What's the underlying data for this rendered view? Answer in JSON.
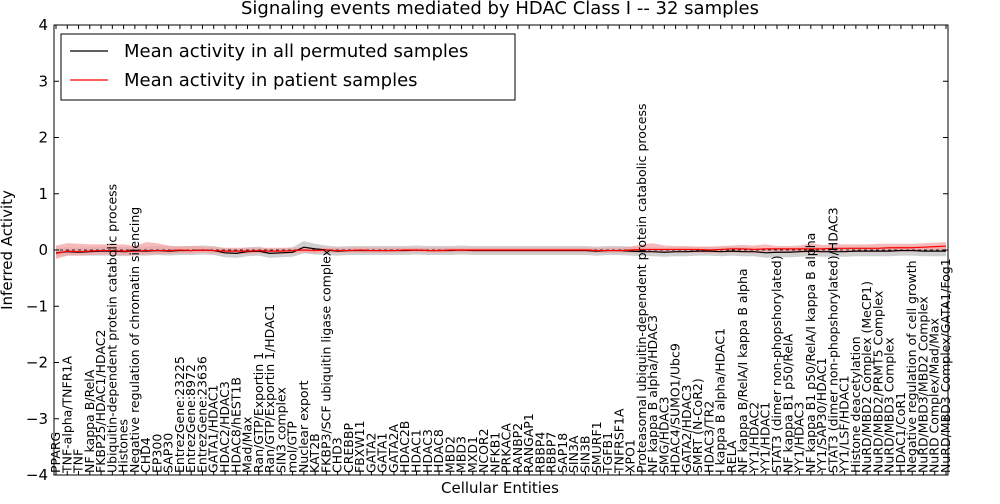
{
  "chart_data": {
    "type": "line",
    "title": "Signaling events mediated by HDAC Class I -- 32 samples",
    "xlabel": "Cellular Entities",
    "ylabel": "Inferred Activity",
    "ylim": [
      -4,
      4
    ],
    "yticks": [
      -4,
      -3,
      -2,
      -1,
      0,
      1,
      2,
      3,
      4
    ],
    "ytick_labels": [
      "−4",
      "−3",
      "−2",
      "−1",
      "0",
      "1",
      "2",
      "3",
      "4"
    ],
    "grid": false,
    "legend_position": "top-left",
    "categories": [
      "PPARG",
      "TNF-alpha/TNFR1A",
      "TNF",
      "NF kappa B/RelA",
      "FKBP25/HDAC1/HDAC2",
      "Ubiquitin-dependent protein catabolic process",
      "Histones",
      "Negative regulation of chromatin silencing",
      "CHD4",
      "EP300",
      "SAP30",
      "EntrezGene:23225",
      "EntrezGene:8972",
      "EntrezGene:23636",
      "GATA1/HDAC1",
      "HDAC2/HDAC3",
      "HDAC8/hEST1B",
      "Mad/Max",
      "Ran/GTP/Exportin 1",
      "Ran/GTP/Exportin 1/HDAC1",
      "SIN3 complex",
      "mol/GTP",
      "Nuclear export",
      "KAT2B",
      "FKBP3/SCF ubiquitin ligase complex",
      "CHD3",
      "CREBBP",
      "FBXW11",
      "GATA2",
      "GATA1",
      "GATA2A",
      "HDAC2B",
      "HDAC1",
      "HDAC3",
      "HDAC8",
      "MBD2",
      "MBD3",
      "MXD1",
      "NCOR2",
      "NFKB1",
      "PRKACA",
      "RANBP2",
      "RANGAP1",
      "RBBP4",
      "RBBP7",
      "SAP18",
      "SIN3A",
      "SIN3B",
      "SMURF1",
      "TGFB1",
      "TNFRSF1A",
      "XPO1",
      "Proteasomal ubiquitin-dependent protein catabolic process",
      "NF kappa B alpha/HDAC3",
      "SMG/HDAC3",
      "HDAC4/SUMO1/Ubc9",
      "GATA2/HDAC3",
      "SMRT (N-CoR2)",
      "HDAC3/TR2",
      "I kappa B alpha/HDAC1",
      "RELA",
      "NF kappa B/RelA/I kappa B alpha",
      "YY1/HDAC2",
      "YY1/HDAC1",
      "STAT3 (dimer non-phopshorylated)",
      "NF kappa B1 p50/RelA",
      "YY1/HDAC3",
      "NF kappa B1 p50/RelA/I kappa B alpha",
      "YY1/SAP30/HDAC1",
      "STAT3 (dimer non-phopshorylated)/HDAC3",
      "YY1/LSF/HDAC1",
      "Histone deacetylation",
      "NuRD/MBD2 Complex (MeCP1)",
      "NuRD/MBD2/PRMT5 Complex",
      "NuRD/MBD3 Complex",
      "HDAC1/CoR1",
      "Negative regulation of cell growth",
      "NuRD/MBD3/MBD2 Complex",
      "NuRD Complex/Mad/Max",
      "NuRD/MBD3 Complex/GATA1/Fog1"
    ],
    "series": [
      {
        "name": "Mean activity in all permuted samples",
        "color": "#000000",
        "band_color": "#c8c8c8",
        "values": [
          -0.05,
          -0.03,
          -0.04,
          -0.03,
          -0.02,
          -0.02,
          -0.03,
          -0.02,
          -0.02,
          -0.01,
          -0.02,
          -0.01,
          -0.01,
          0.0,
          -0.01,
          -0.05,
          -0.06,
          -0.03,
          -0.02,
          -0.06,
          -0.05,
          -0.04,
          0.05,
          0.02,
          0.0,
          -0.02,
          -0.01,
          -0.01,
          -0.01,
          -0.01,
          -0.01,
          -0.01,
          0.0,
          -0.01,
          -0.01,
          -0.01,
          0.0,
          -0.01,
          -0.01,
          -0.01,
          -0.01,
          -0.01,
          -0.01,
          -0.01,
          -0.01,
          -0.01,
          -0.01,
          -0.01,
          -0.02,
          -0.01,
          -0.01,
          -0.02,
          -0.03,
          -0.03,
          -0.04,
          -0.03,
          -0.03,
          -0.02,
          -0.02,
          -0.03,
          -0.02,
          -0.03,
          -0.03,
          -0.05,
          -0.04,
          -0.04,
          -0.03,
          -0.02,
          -0.03,
          -0.03,
          -0.03,
          -0.02,
          -0.02,
          -0.02,
          -0.02,
          -0.01,
          -0.01,
          -0.02,
          -0.02,
          -0.02
        ],
        "lower": [
          -0.12,
          -0.1,
          -0.1,
          -0.1,
          -0.1,
          -0.1,
          -0.11,
          -0.1,
          -0.1,
          -0.09,
          -0.1,
          -0.09,
          -0.09,
          -0.08,
          -0.09,
          -0.13,
          -0.14,
          -0.11,
          -0.1,
          -0.14,
          -0.13,
          -0.12,
          -0.06,
          -0.08,
          -0.09,
          -0.1,
          -0.09,
          -0.09,
          -0.09,
          -0.09,
          -0.09,
          -0.09,
          -0.08,
          -0.09,
          -0.09,
          -0.09,
          -0.08,
          -0.09,
          -0.09,
          -0.09,
          -0.09,
          -0.09,
          -0.09,
          -0.09,
          -0.09,
          -0.09,
          -0.09,
          -0.09,
          -0.1,
          -0.09,
          -0.09,
          -0.1,
          -0.11,
          -0.11,
          -0.12,
          -0.11,
          -0.11,
          -0.1,
          -0.1,
          -0.11,
          -0.1,
          -0.11,
          -0.11,
          -0.14,
          -0.13,
          -0.13,
          -0.12,
          -0.11,
          -0.12,
          -0.12,
          -0.12,
          -0.11,
          -0.11,
          -0.11,
          -0.11,
          -0.1,
          -0.1,
          -0.11,
          -0.11,
          -0.11
        ],
        "upper": [
          0.04,
          0.05,
          0.04,
          0.05,
          0.06,
          0.06,
          0.05,
          0.06,
          0.06,
          0.07,
          0.06,
          0.07,
          0.07,
          0.08,
          0.07,
          0.03,
          0.02,
          0.05,
          0.06,
          0.02,
          0.03,
          0.05,
          0.16,
          0.11,
          0.08,
          0.06,
          0.07,
          0.07,
          0.07,
          0.07,
          0.07,
          0.07,
          0.08,
          0.07,
          0.07,
          0.07,
          0.08,
          0.07,
          0.07,
          0.07,
          0.07,
          0.07,
          0.07,
          0.07,
          0.07,
          0.07,
          0.07,
          0.07,
          0.06,
          0.07,
          0.07,
          0.06,
          0.05,
          0.05,
          0.04,
          0.05,
          0.05,
          0.06,
          0.06,
          0.05,
          0.06,
          0.05,
          0.05,
          0.03,
          0.04,
          0.04,
          0.05,
          0.06,
          0.05,
          0.05,
          0.05,
          0.06,
          0.06,
          0.06,
          0.06,
          0.07,
          0.07,
          0.06,
          0.06,
          0.06
        ]
      },
      {
        "name": "Mean activity in patient samples",
        "color": "#ff0000",
        "band_color": "#f4a3a3",
        "values": [
          -0.06,
          -0.02,
          -0.03,
          -0.02,
          -0.01,
          -0.01,
          -0.02,
          -0.02,
          -0.01,
          -0.01,
          -0.01,
          0.0,
          -0.01,
          0.0,
          -0.01,
          -0.02,
          -0.02,
          -0.02,
          -0.01,
          -0.02,
          -0.02,
          -0.01,
          0.0,
          -0.01,
          0.0,
          -0.01,
          -0.01,
          0.0,
          -0.01,
          -0.01,
          -0.01,
          0.0,
          0.0,
          -0.01,
          -0.01,
          0.0,
          0.0,
          0.0,
          0.0,
          0.0,
          0.0,
          0.0,
          0.0,
          0.0,
          0.0,
          0.0,
          0.0,
          0.0,
          -0.01,
          -0.01,
          -0.01,
          0.0,
          0.01,
          0.01,
          0.01,
          0.01,
          0.01,
          0.01,
          0.0,
          0.01,
          0.02,
          0.02,
          0.01,
          0.02,
          0.02,
          0.02,
          0.02,
          0.02,
          0.02,
          0.03,
          0.03,
          0.03,
          0.03,
          0.03,
          0.04,
          0.04,
          0.04,
          0.05,
          0.06,
          0.07
        ],
        "lower": [
          -0.16,
          -0.1,
          -0.1,
          -0.09,
          -0.08,
          -0.08,
          -0.09,
          -0.09,
          -0.08,
          -0.07,
          -0.07,
          -0.06,
          -0.06,
          -0.05,
          -0.06,
          -0.07,
          -0.07,
          -0.07,
          -0.06,
          -0.07,
          -0.07,
          -0.06,
          -0.05,
          -0.06,
          -0.05,
          -0.05,
          -0.05,
          -0.05,
          -0.05,
          -0.05,
          -0.05,
          -0.04,
          -0.04,
          -0.05,
          -0.05,
          -0.04,
          -0.04,
          -0.04,
          -0.04,
          -0.04,
          -0.04,
          -0.04,
          -0.04,
          -0.04,
          -0.04,
          -0.04,
          -0.04,
          -0.04,
          -0.05,
          -0.05,
          -0.05,
          -0.05,
          -0.05,
          -0.05,
          -0.05,
          -0.05,
          -0.05,
          -0.05,
          -0.06,
          -0.05,
          -0.05,
          -0.05,
          -0.06,
          -0.05,
          -0.05,
          -0.05,
          -0.05,
          -0.05,
          -0.05,
          -0.04,
          -0.04,
          -0.04,
          -0.04,
          -0.04,
          -0.03,
          -0.03,
          -0.03,
          -0.02,
          -0.02,
          -0.01
        ],
        "upper": [
          0.08,
          0.12,
          0.11,
          0.1,
          0.1,
          0.1,
          0.1,
          0.07,
          0.14,
          0.12,
          0.08,
          0.06,
          0.07,
          0.06,
          0.05,
          0.04,
          0.04,
          0.04,
          0.04,
          0.04,
          0.04,
          0.04,
          0.05,
          0.04,
          0.04,
          0.04,
          0.04,
          0.05,
          0.04,
          0.04,
          0.04,
          0.04,
          0.04,
          0.04,
          0.04,
          0.04,
          0.04,
          0.04,
          0.04,
          0.04,
          0.04,
          0.04,
          0.04,
          0.04,
          0.04,
          0.04,
          0.04,
          0.04,
          0.04,
          0.04,
          0.04,
          0.06,
          0.1,
          0.12,
          0.08,
          0.07,
          0.07,
          0.06,
          0.06,
          0.07,
          0.08,
          0.09,
          0.08,
          0.1,
          0.07,
          0.07,
          0.08,
          0.12,
          0.09,
          0.1,
          0.1,
          0.1,
          0.1,
          0.11,
          0.11,
          0.11,
          0.11,
          0.12,
          0.13,
          0.14
        ]
      }
    ]
  }
}
